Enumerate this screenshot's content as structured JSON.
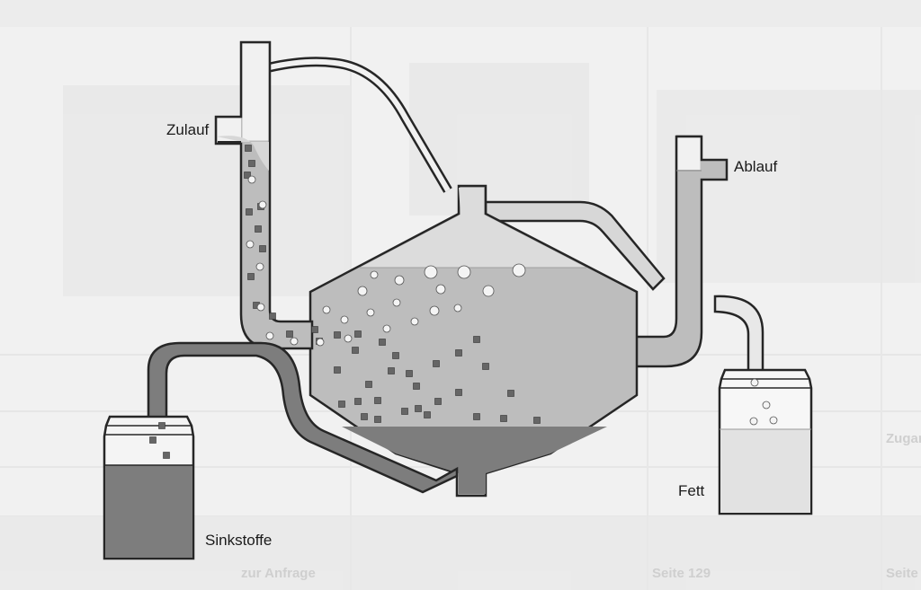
{
  "labels": {
    "inlet": "Zulauf",
    "outlet": "Ablauf",
    "sediment": "Sinkstoffe",
    "grease": "Fett"
  },
  "background_table": {
    "cells": [
      "Zugan",
      "Seite 129",
      "zur Anfrage",
      "Seite"
    ]
  },
  "colors": {
    "background": "#f1f1f1",
    "outline": "#262626",
    "water": "#bdbdbd",
    "water_light": "#d7d7d7",
    "sediment": "#7d7d7d",
    "grease": "#ececec",
    "particle": "#666666",
    "bubble": "#f4f4f4"
  }
}
